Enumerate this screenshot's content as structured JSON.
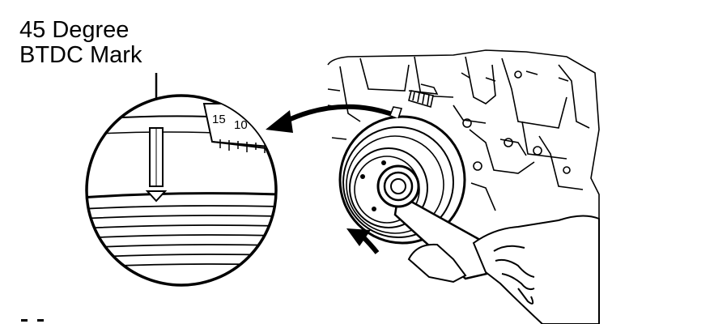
{
  "label": {
    "line1": "45 Degree",
    "line2": "BTDC Mark"
  },
  "scale": {
    "mark_a": "15",
    "mark_b": "10"
  },
  "colors": {
    "ink": "#000000",
    "background": "#ffffff"
  }
}
